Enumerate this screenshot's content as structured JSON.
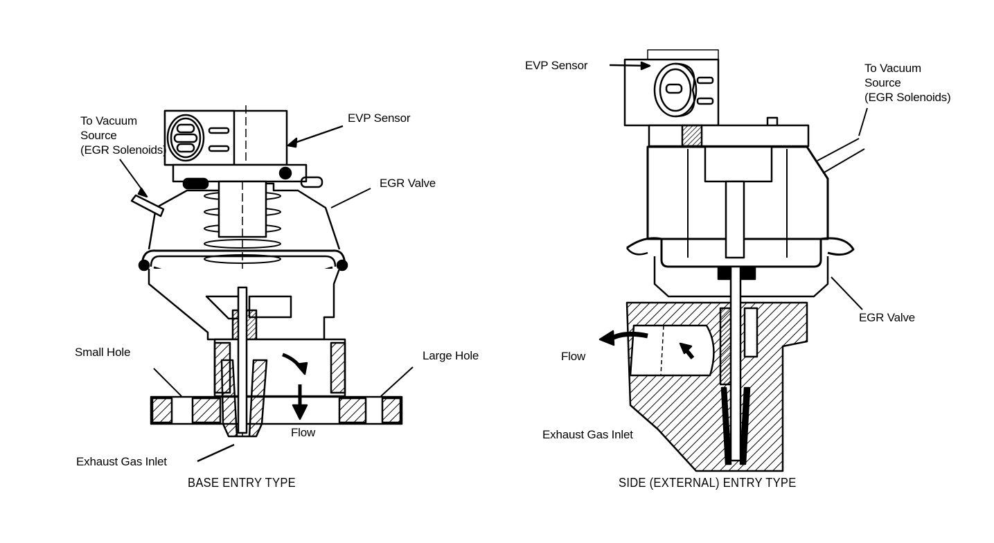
{
  "diagrams": [
    {
      "caption": "BASE ENTRY TYPE",
      "labels": {
        "vacuum_source": "To Vacuum\nSource\n(EGR Solenoids)",
        "evp_sensor": "EVP Sensor",
        "egr_valve": "EGR Valve",
        "small_hole": "Small Hole",
        "large_hole": "Large Hole",
        "flow": "Flow",
        "exhaust_inlet": "Exhaust Gas Inlet"
      }
    },
    {
      "caption": "SIDE (EXTERNAL) ENTRY TYPE",
      "labels": {
        "evp_sensor": "EVP Sensor",
        "vacuum_source": "To Vacuum\nSource\n(EGR Solenoids)",
        "egr_valve": "EGR Valve",
        "flow": "Flow",
        "exhaust_inlet": "Exhaust Gas Inlet"
      }
    }
  ]
}
